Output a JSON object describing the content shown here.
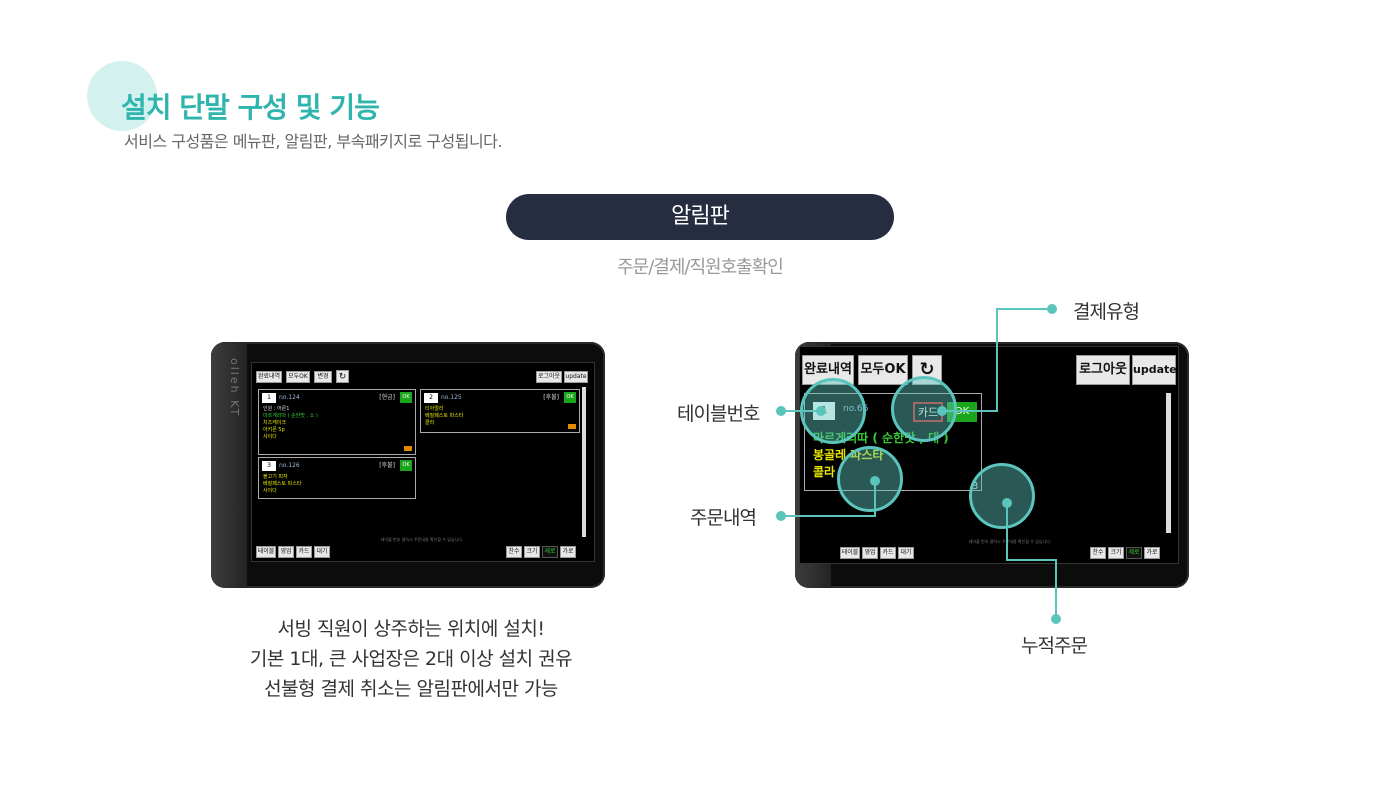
{
  "header": {
    "title": "설치 단말 구성 및 기능",
    "subtitle": "서비스 구성품은 메뉴판, 알림판, 부속패키지로 구성됩니다."
  },
  "section": {
    "pill_label": "알림판",
    "sub_label": "주문/결제/직원호출확인"
  },
  "tablet_left": {
    "brand": "olleh KT",
    "top_buttons": [
      "완료내역",
      "모두OK",
      "변경"
    ],
    "top_right_buttons": [
      "로그아웃",
      "update"
    ],
    "cards": [
      {
        "num": "1",
        "no": "no.124",
        "pay": "[현금]",
        "ok": "OK",
        "items": [
          "인원 : 어른1",
          "마르게리따 ( 순한맛 , 소 )",
          "치즈케이크",
          "아키몬 5p",
          "사이다"
        ]
      },
      {
        "num": "2",
        "no": "no.125",
        "pay": "[후불]",
        "ok": "OK",
        "items": [
          "티아멀라",
          "베질페스토 파스타",
          "콜라"
        ]
      },
      {
        "num": "3",
        "no": "no.126",
        "pay": "[후불]",
        "ok": "OK",
        "items": [
          "불고기 피자",
          "베질페스토 파스타",
          "사이다"
        ]
      }
    ],
    "notice": "테이블 번호 클릭시 주문내용 확인할 수 있습니다.",
    "bottom_left_buttons": [
      "테이블",
      "영업",
      "카드",
      "대기"
    ],
    "bottom_right_buttons": [
      "찬수",
      "크기",
      "세로",
      "가로"
    ]
  },
  "tablet_right": {
    "top_buttons": [
      "완료내역",
      "모두OK"
    ],
    "top_right_buttons": [
      "로그아웃",
      "update"
    ],
    "card": {
      "num": "1",
      "no": "no.66",
      "pay": "카드",
      "ok": "OK",
      "items": [
        "마르게리따 ( 순한맛 , 대 )",
        "봉골레 파스타",
        "콜라"
      ]
    },
    "count": "3",
    "notice": "테이블 번호 클릭시 주문내용 확인할 수 있습니다.",
    "bottom_left_buttons": [
      "테이블",
      "영업",
      "카드",
      "대기"
    ],
    "bottom_right_buttons": [
      "찬수",
      "크기",
      "세로",
      "가로"
    ]
  },
  "callouts": {
    "table_number": "테이블번호",
    "payment_type": "결제유형",
    "order_history": "주문내역",
    "cumulative_orders": "누적주문"
  },
  "description": [
    "서빙 직원이 상주하는 위치에 설치!",
    "기본 1대, 큰 사업장은 2대 이상 설치 권유",
    "선불형 결제 취소는 알림판에서만 가능"
  ],
  "colors": {
    "accent": "#2fb5ad",
    "callout": "#5bc4bd",
    "pill": "#262d40",
    "ok_green": "#1aa51a"
  }
}
